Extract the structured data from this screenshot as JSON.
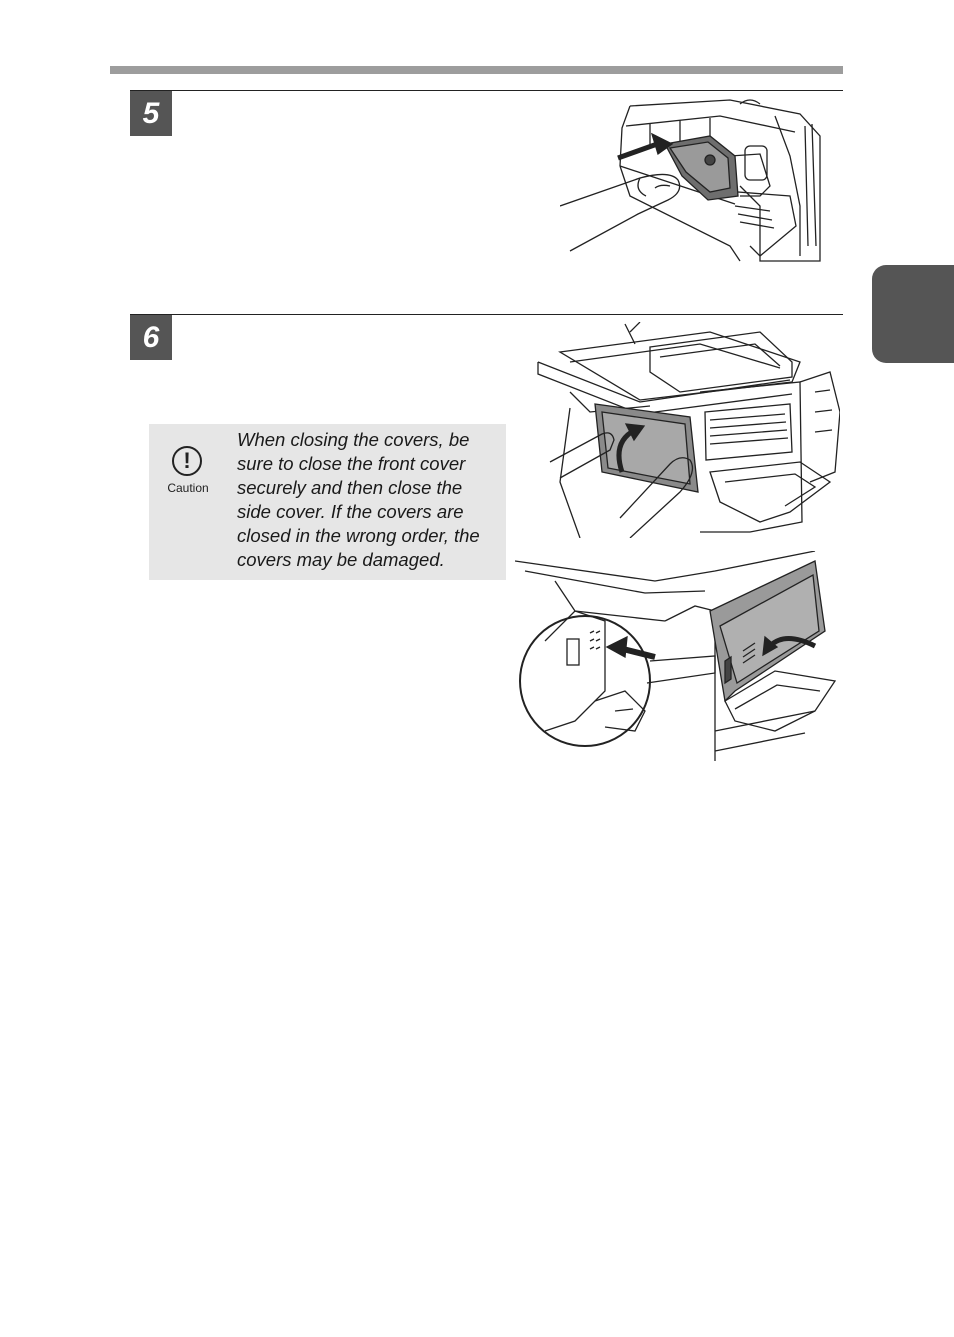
{
  "steps": [
    {
      "number": "5"
    },
    {
      "number": "6"
    }
  ],
  "caution": {
    "icon": "exclamation-circle-icon",
    "label": "Caution",
    "symbol": "!",
    "text": "When closing the covers, be sure to close the front cover securely and then close the side cover. If the covers are closed in the wrong order, the covers may be damaged."
  },
  "colors": {
    "rule": "#9d9d9d",
    "step_badge": "#555555",
    "caution_bg": "#e6e6e6"
  }
}
